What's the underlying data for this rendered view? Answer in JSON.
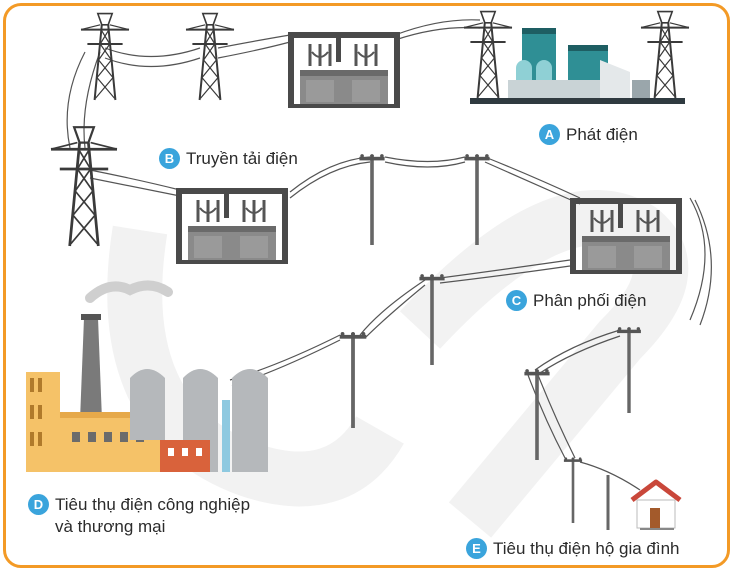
{
  "labels": {
    "a": {
      "letter": "A",
      "text": "Phát điện"
    },
    "b": {
      "letter": "B",
      "text": "Truyền tải điện"
    },
    "c": {
      "letter": "C",
      "text": "Phân phối điện"
    },
    "d": {
      "letter": "D",
      "line1": "Tiêu thụ điện công nghiệp",
      "line2": "và thương mại"
    },
    "e": {
      "letter": "E",
      "text": "Tiêu thụ điện hộ gia đình"
    }
  },
  "colors": {
    "frame": "#f39a26",
    "badge": "#3aa4dc",
    "steel": "#3a3a3a",
    "plant_teal": "#2f8f95",
    "factory_yellow": "#f5c268",
    "brick": "#d9623b",
    "roof": "#c9473a"
  }
}
